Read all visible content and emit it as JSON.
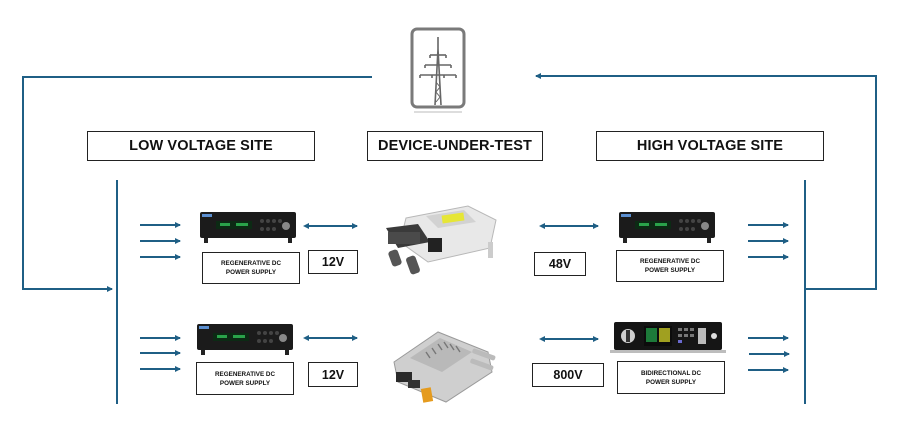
{
  "diagram": {
    "grid_icon": "power-pylon-icon",
    "line_color": "#1f5f85",
    "headers": {
      "low_voltage": "LOW VOLTAGE SITE",
      "dut": "DEVICE-UNDER-TEST",
      "high_voltage": "HIGH VOLTAGE SITE"
    },
    "rows": [
      {
        "low_supply": {
          "line1": "REGENERATIVE DC",
          "line2": "POWER SUPPLY",
          "icon": "dc-power-supply-icon"
        },
        "low_voltage": "12V",
        "dut_icon": "dcdc-converter-icon",
        "high_voltage": "48V",
        "high_supply": {
          "line1": "REGENERATIVE DC",
          "line2": "POWER SUPPLY",
          "icon": "dc-power-supply-icon"
        }
      },
      {
        "low_supply": {
          "line1": "REGENERATIVE DC",
          "line2": "POWER SUPPLY",
          "icon": "dc-power-supply-icon"
        },
        "low_voltage": "12V",
        "dut_icon": "hv-converter-icon",
        "high_voltage": "800V",
        "high_supply": {
          "line1": "BIDIRECTIONAL DC",
          "line2": "POWER SUPPLY",
          "icon": "bidirectional-power-supply-icon"
        }
      }
    ]
  }
}
